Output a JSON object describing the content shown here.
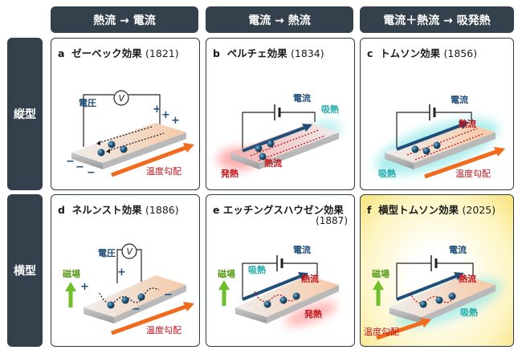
{
  "headers": [
    "熱流 → 電流",
    "電流 → 熱流",
    "電流＋熱流 → 吸発熱"
  ],
  "rows": [
    "縦型",
    "横型"
  ],
  "panels": [
    {
      "letter": "a",
      "name": "ゼーベック効果",
      "year": "(1821)"
    },
    {
      "letter": "b",
      "name": "ペルチェ効果",
      "year": "(1834)"
    },
    {
      "letter": "c",
      "name": "トムソン効果",
      "year": "(1856)"
    },
    {
      "letter": "d",
      "name": "ネルンスト効果",
      "year": "(1886)"
    },
    {
      "letter": "e",
      "name": "エッチングスハウゼン効果",
      "year": "(1887)"
    },
    {
      "letter": "f",
      "name": "横型トムソン効果",
      "year": "(2025)"
    }
  ],
  "labels": {
    "voltage": "電圧",
    "voltmeter": "V",
    "current": "電流",
    "heat_flow": "熱流",
    "heat_absorb": "吸熱",
    "heat_release": "発熱",
    "temp_gradient": "温度勾配",
    "magnetic_field": "磁場",
    "plus": "+",
    "minus": "−"
  },
  "colors": {
    "header_bg": "#34414c",
    "blue_text": "#1f4e79",
    "red_text": "#c0141c",
    "cyan_text": "#1ba8a8",
    "green_text": "#5a9a1a",
    "orange_arrow": "#f26a1b",
    "highlight_bg": "#f7e27a"
  }
}
